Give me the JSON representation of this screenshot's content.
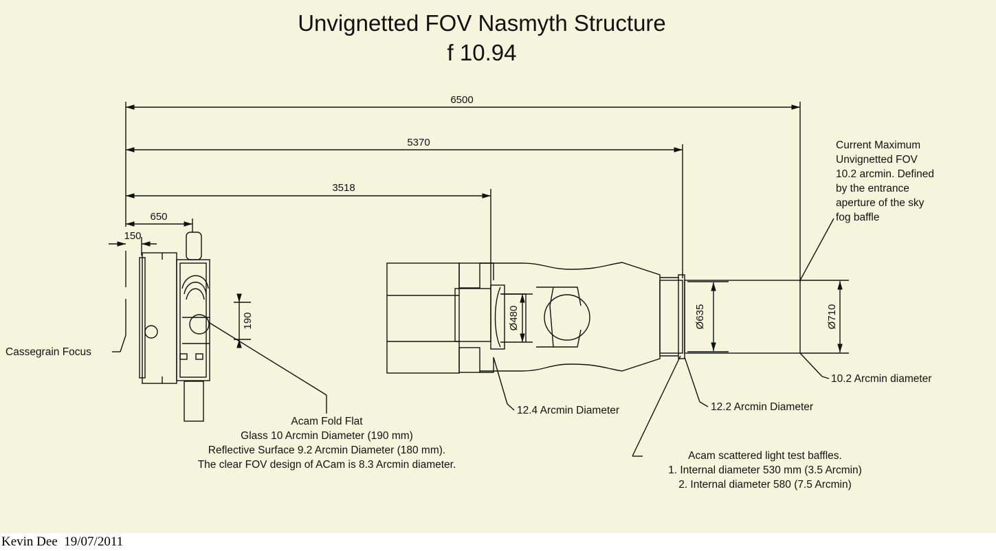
{
  "title": {
    "line1": "Unvignetted FOV Nasmyth Structure",
    "line2": "f 10.94"
  },
  "dimensions": {
    "d6500": "6500",
    "d5370": "5370",
    "d3518": "3518",
    "d650": "650",
    "d150": "150",
    "d190": "190",
    "phi480": "Ø480",
    "phi635": "Ø635",
    "phi710": "Ø710"
  },
  "labels": {
    "cassegrain": "Cassegrain Focus",
    "arcmin_124": "12.4 Arcmin Diameter",
    "arcmin_122": "12.2 Arcmin Diameter",
    "arcmin_102": "10.2 Arcmin diameter",
    "current_fov": [
      "Current Maximum",
      "Unvignetted FOV",
      "10.2 arcmin. Defined",
      "by the entrance",
      "aperture of the sky",
      "fog baffle"
    ],
    "fold_flat": [
      "Acam Fold Flat",
      "Glass 10 Arcmin Diameter (190 mm)",
      "Reflective Surface 9.2 Arcmin Diameter (180 mm).",
      "The clear FOV design of ACam is 8.3 Arcmin diameter."
    ],
    "baffles": [
      "Acam scattered light test baffles.",
      "1. Internal diameter 530 mm (3.5 Arcmin)",
      "2. Internal diameter 580 (7.5 Arcmin)"
    ]
  },
  "footer": "Kevin Dee  19/07/2011",
  "colors": {
    "background": "#f5f4dc",
    "line": "#111111"
  }
}
